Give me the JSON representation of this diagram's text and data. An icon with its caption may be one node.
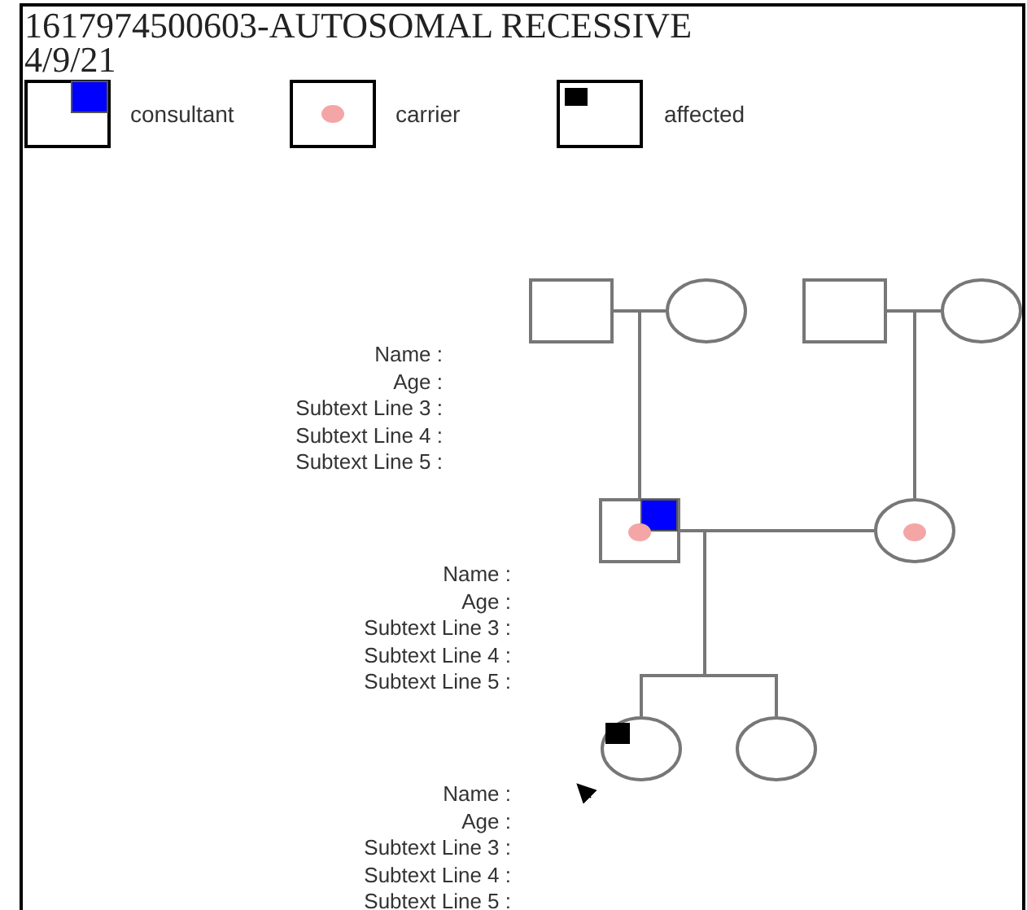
{
  "diagram": {
    "title": "1617974500603-AUTOSOMAL RECESSIVE",
    "nodes": [
      {
        "text": [],
        "shape": "box",
        "beside": [
          "Name :",
          "Age :",
          "Subtext Line 3 :",
          "Subtext Line 4 :",
          "Subtext Line 5 :"
        ]
      },
      {
        "text": [],
        "shape": "circle"
      },
      {
        "text": [],
        "shape": "box"
      },
      {
        "text": [],
        "shape": "circle"
      },
      {
        "text": [],
        "shape": "box",
        "beside": [
          "Name :",
          "Age :",
          "Subtext Line 3 :",
          "Subtext Line 4 :",
          "Subtext Line 5 :"
        ]
      },
      {
        "text": [],
        "shape": "circle"
      },
      {
        "text": [],
        "shape": "circle",
        "beside": [
          "Name :",
          "Age :",
          "Subtext Line 3 :",
          "Subtext Line 4 :",
          "Subtext Line 5 :"
        ]
      },
      {
        "text": [],
        "shape": "circle"
      }
    ],
    "edges": [
      {
        "from": 0,
        "to": 4,
        "arrow": "none"
      },
      {
        "from": 1,
        "to": 4,
        "arrow": "none"
      },
      {
        "from": 2,
        "to": 5,
        "arrow": "none"
      },
      {
        "from": 3,
        "to": 5,
        "arrow": "none"
      },
      {
        "from": 4,
        "to": 6,
        "arrow": "none"
      },
      {
        "from": 4,
        "to": 7,
        "arrow": "none"
      },
      {
        "from": 5,
        "to": 6,
        "arrow": "none"
      },
      {
        "from": 5,
        "to": 7,
        "arrow": "none"
      },
      {
        "from": null,
        "to": 6,
        "arrow": "to",
        "color": "#000000"
      }
    ],
    "labels": [
      "4/9/21"
    ],
    "legend": [
      {
        "text": "consultant"
      },
      {
        "text": "carrier"
      },
      {
        "text": "affected"
      }
    ]
  }
}
